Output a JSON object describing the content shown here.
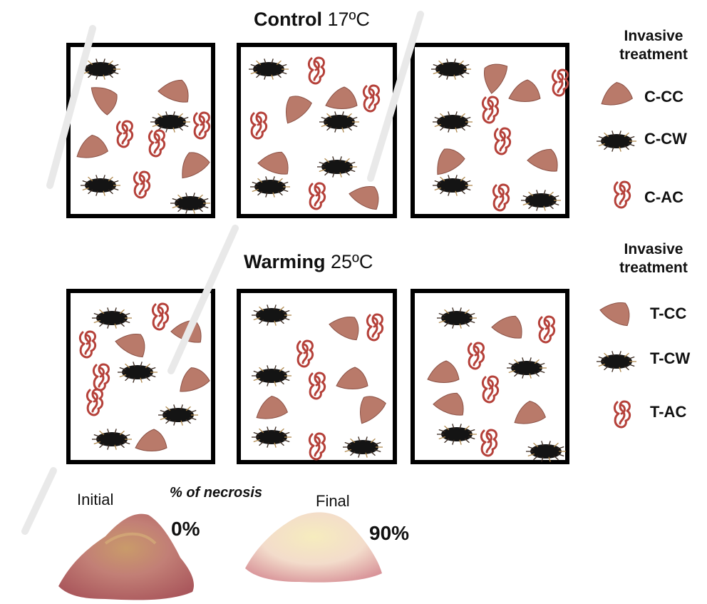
{
  "control": {
    "title_bold": "Control",
    "title_temp": "17ºC"
  },
  "warming": {
    "title_bold": "Warming",
    "title_temp": "25ºC"
  },
  "legend_control": {
    "heading_line1": "Invasive",
    "heading_line2": "treatment",
    "items": [
      {
        "label": "C-CC",
        "icon": "caulerpa-cylindracea-icon"
      },
      {
        "label": "C-CW",
        "icon": "caulerpa-wash-turf-icon"
      },
      {
        "label": "C-AC",
        "icon": "asparagopsis-coil-icon"
      }
    ]
  },
  "legend_warming": {
    "heading_line1": "Invasive",
    "heading_line2": "treatment",
    "items": [
      {
        "label": "T-CC",
        "icon": "caulerpa-cylindracea-icon"
      },
      {
        "label": "T-CW",
        "icon": "caulerpa-wash-turf-icon"
      },
      {
        "label": "T-AC",
        "icon": "asparagopsis-coil-icon"
      }
    ]
  },
  "necrosis": {
    "heading": "% of necrosis",
    "initial_label": "Initial",
    "initial_value": "0%",
    "final_label": "Final",
    "final_value": "90%"
  },
  "colors": {
    "leaf": "#b97a6a",
    "leaf_dark": "#8c5246",
    "turf": "#141414",
    "coil": "#b5413a",
    "tissue_initial": "#c98a82",
    "tissue_final": "#f3e6cf"
  }
}
